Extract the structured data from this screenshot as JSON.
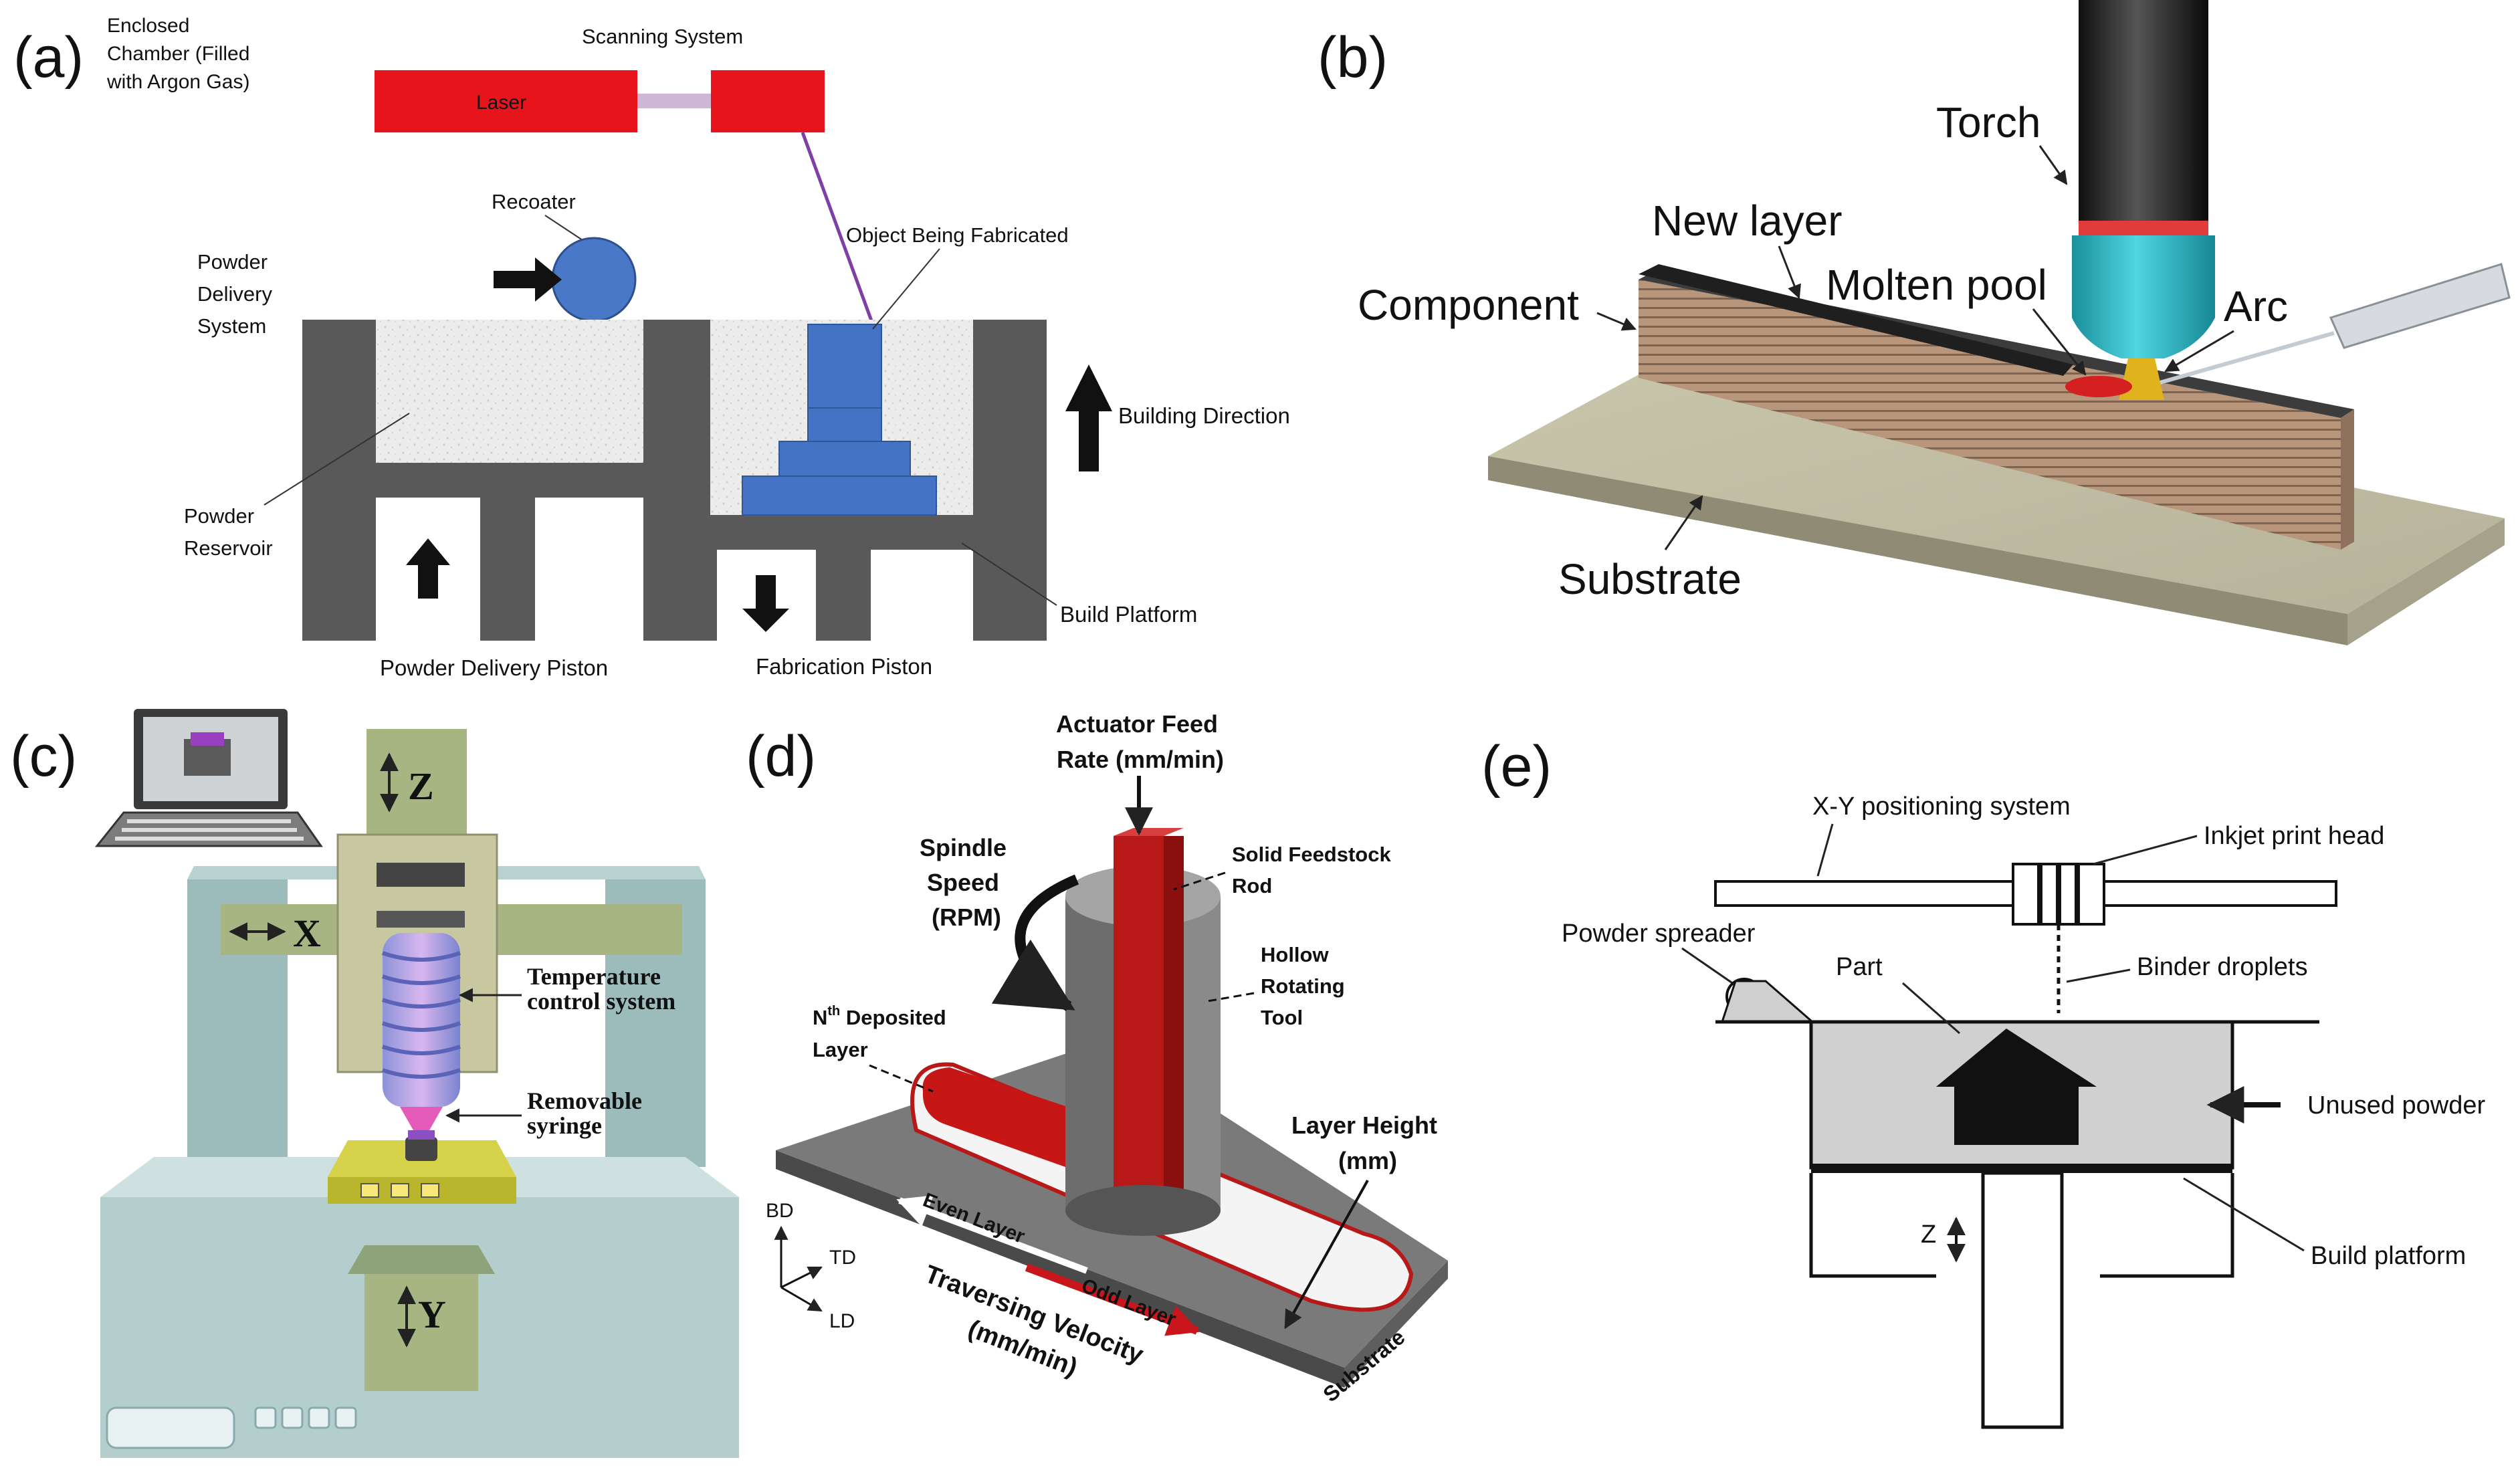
{
  "panels": {
    "a": {
      "letter": "(a)",
      "enclosed_chamber": [
        "Enclosed",
        "Chamber (Filled",
        "with Argon Gas)"
      ],
      "scanning_system": "Scanning System",
      "laser": "Laser",
      "recoater": "Recoater",
      "object_being_fabricated": "Object Being Fabricated",
      "powder_delivery_system": [
        "Powder",
        "Delivery",
        "System"
      ],
      "building_direction": "Building Direction",
      "powder_reservoir": [
        "Powder",
        "Reservoir"
      ],
      "build_platform": "Build Platform",
      "powder_delivery_piston": "Powder Delivery Piston",
      "fabrication_piston": "Fabrication Piston"
    },
    "b": {
      "letter": "(b)",
      "torch": "Torch",
      "new_layer": "New layer",
      "molten_pool": "Molten pool",
      "arc": "Arc",
      "component": "Component",
      "substrate": "Substrate"
    },
    "c": {
      "letter": "(c)",
      "z_axis": "Z",
      "x_axis": "X",
      "y_axis": "Y",
      "temperature_control": [
        "Temperature",
        "control system"
      ],
      "removable_syringe": [
        "Removable",
        "syringe"
      ]
    },
    "d": {
      "letter": "(d)",
      "actuator_feed_rate": [
        "Actuator Feed",
        "Rate (mm/min)"
      ],
      "spindle_speed": [
        "Spindle",
        "Speed",
        "(RPM)"
      ],
      "solid_feedstock_rod": [
        "Solid Feedstock",
        "Rod"
      ],
      "hollow_rotating_tool": [
        "Hollow",
        "Rotating",
        "Tool"
      ],
      "nth_deposited_layer": [
        "N",
        "th",
        " Deposited",
        "Layer"
      ],
      "layer_height": [
        "Layer Height",
        "(mm)"
      ],
      "even_layer": "Even Layer",
      "odd_layer": "Odd Layer",
      "traversing_velocity": [
        "Traversing Velocity",
        "(mm/min)"
      ],
      "substrate": "Substrate",
      "bd": "BD",
      "td": "TD",
      "ld": "LD"
    },
    "e": {
      "letter": "(e)",
      "xy_positioning": "X-Y positioning system",
      "inkjet_print_head": "Inkjet print head",
      "powder_spreader": "Powder spreader",
      "part": "Part",
      "binder_droplets": "Binder droplets",
      "unused_powder": "Unused powder",
      "build_platform": "Build platform",
      "z": "Z"
    }
  },
  "colors": {
    "laser_red": "#e8141c",
    "fabricated_blue": "#4472c4",
    "chamber_gray": "#595959",
    "powder_fill": "#ececec",
    "torch_cyan": "#2bb5c4",
    "molten_red": "#d42020",
    "fsw_red": "#b81818",
    "fsw_gray": "#7a7a7a",
    "printer_teal": "#9cbcbc",
    "printer_olive": "#a7b583",
    "unused_powder_gray": "#d0d0d0"
  }
}
